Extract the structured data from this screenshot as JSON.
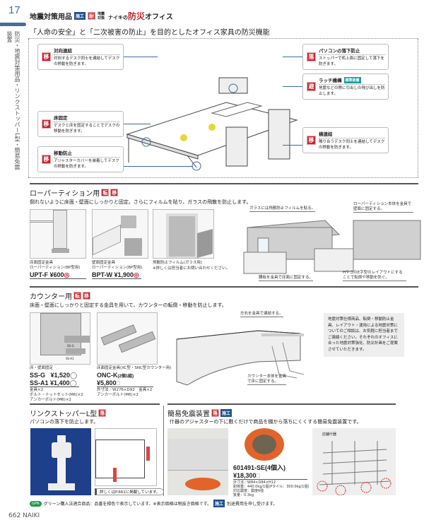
{
  "page_number": "17",
  "side_index": "防災・地震対策用品・リンクストッパーL型・簡易免震装置",
  "header": {
    "category": "地震対策用品",
    "badge_install": "施工",
    "badge_quake": "耐",
    "badge_quake_label": "地震対策",
    "brand_prefix": "ナイキの",
    "brand_red": "防災",
    "brand_suffix": "オフィス"
  },
  "subtitle": "「人命の安全」と「二次被害の防止」を目的としたオフィス家具の防災機能",
  "callouts": [
    {
      "icon": "移",
      "title": "対向連結",
      "desc": "対向するデスク同士を連結してデスクの移動を防ぎます。"
    },
    {
      "icon": "移",
      "title": "床固定",
      "desc": "デスクと床を固定することでデスクの移動を防ぎます。"
    },
    {
      "icon": "移",
      "title": "移動防止",
      "desc": "アジャスターカバーを装着してデスクの移動を防ぎます。"
    },
    {
      "icon": "落",
      "title": "パソコンの落下防止",
      "desc": "ストッパーで机上面に固定して落下を防ぎます。"
    },
    {
      "icon": "避",
      "title": "ラッチ機構",
      "tag": "標準装備",
      "desc": "地震などの際に引出しの飛び出しを防止します。"
    },
    {
      "icon": "移",
      "title": "横連結",
      "desc": "隣り合うデスク同士を連結してデスクの移動を防ぎます。"
    }
  ],
  "low_partition": {
    "title": "ローパーティション用",
    "icons": [
      "転",
      "移"
    ],
    "desc": "倒れないように床面・壁面にしっかりと固定。さらにフィルムを貼り、ガラスの飛散を防止します。",
    "products": [
      {
        "caption": "床面固定金具\nローパーティション(BP型用)",
        "code": "UPT-F",
        "price": "¥600",
        "mark": "◎"
      },
      {
        "caption": "壁面固定金具\nローパーティション(BP型用)",
        "code": "BPT-W",
        "price": "¥1,900",
        "mark": "◎"
      }
    ],
    "film_caption": "飛散防止フィルム(ガラス用)",
    "film_note": "※詳しくは担当者にお問い合わせください。",
    "annotations": [
      "ガラスには飛散防止フィルムを貼る。",
      "ローパーティション本体を金具で壁面に固定する。",
      "腰板を金具で床面に固定する。",
      "HやコのE字型のレイアウトにすることで転倒や移動を防ぐ。"
    ]
  },
  "counter": {
    "title": "カウンター用",
    "icons": [
      "転",
      "移"
    ],
    "desc": "床面・壁面にしっかりと固定する金具を用いて、カウンターの転倒・移動を防止します。",
    "p1": {
      "label": "床・壁面固定",
      "img_labels": [
        "SS-G",
        "SS-A1"
      ],
      "items": [
        {
          "code": "SS-G",
          "price": "¥1,520"
        },
        {
          "code": "SS-A1",
          "price": "¥1,400"
        }
      ],
      "mark": "◯",
      "spec": "金具×2\nボルト・ナットセット(M6)×2\nアンカーボルト(M6)×2"
    },
    "p2": {
      "label": "床面固定金具(XC型・SNC型カウンター用)",
      "code": "ONC-K",
      "qty": "(2個1組)",
      "price": "¥5,800",
      "mark": "□",
      "spec": "外寸法／W276×D92　金具×2\nアンカーボルト(M6)×2"
    },
    "annotations": [
      "左右を金具で連結する。",
      "カウンター本体を金具で床に固定する。"
    ],
    "info": "地震対策仕様商品、転倒・移動防止金具、レイアウト・運用による地震対策についてのご相談は、お気軽に担当者までご連絡ください。それぞれのオフィスに合った地震対策強化、防災計画をご提案させていただきます。"
  },
  "link_stopper": {
    "title": "リンクストッパーL型",
    "icon": "落",
    "desc": "パソコンの落下を防止します。",
    "note": "詳しくはP.661に掲載しています。"
  },
  "isolator": {
    "title": "簡易免震装置",
    "icon": "落",
    "badge": "施工",
    "desc": "什器のアジャスターの下に敷くだけで商品を棚から落ちにくくする簡易免震装置です。",
    "code": "601491-SE",
    "qty": "(4個入)",
    "price": "¥18,300",
    "mark": "□",
    "spec": "外寸法／W84×D84×H12\n耐荷重：440.0kg/1個(Pタイル：300.0kg/1個)\n対応震度：震度6強\n質量：0.3kg",
    "shelf_label": "店舗什器"
  },
  "footer": {
    "green_badge": "GPN",
    "green_text": "グリーン購入法適合商品：品番を緑色で表示しています。※表示価格は税抜き価格です。",
    "install_badge": "施工",
    "install_text": "別途費用を申し受けます。"
  },
  "page_footer": "662  NAIKI",
  "colors": {
    "accent_blue": "#4a6e95",
    "badge_red": "#c7262f",
    "install_blue": "#1f4f8e",
    "green": "#1d9a45"
  }
}
